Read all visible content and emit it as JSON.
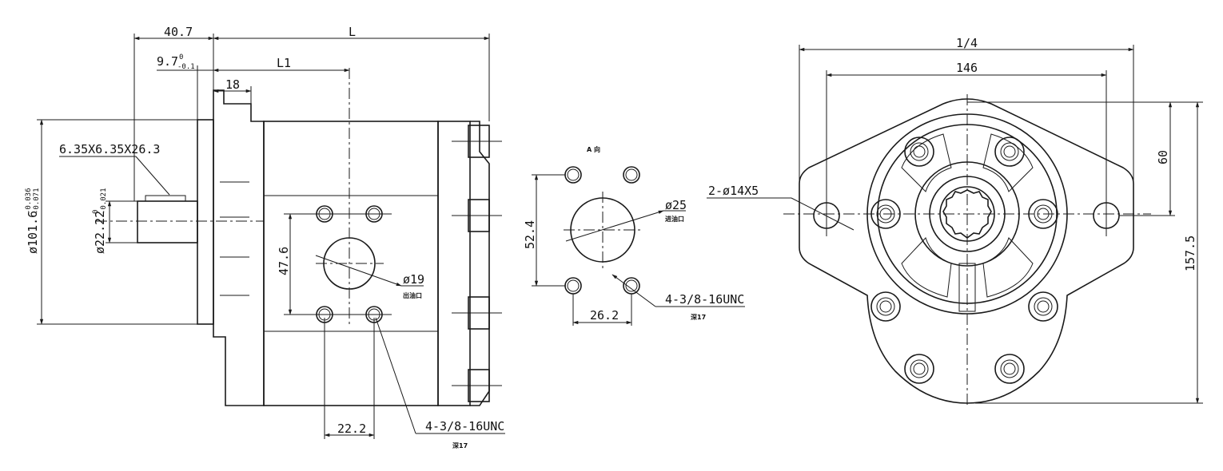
{
  "side_view": {
    "dim_40_7": "40.7",
    "dim_L": "L",
    "dim_9_7": "9.7",
    "dim_9_7_up": "0",
    "dim_9_7_low": "-0.1",
    "dim_L1": "L1",
    "dim_18": "18",
    "key_spec": "6.35X6.35X26.3",
    "dia_pilot": "ø101.6",
    "dia_pilot_up": "-0.036",
    "dia_pilot_low": "-0.071",
    "dia_shaft": "ø22.22",
    "dia_shaft_up": "0",
    "dia_shaft_low": "-0.021",
    "dim_47_6": "47.6",
    "port_dia": "ø19",
    "port_note": "出油口",
    "dim_22_2": "22.2",
    "thread_spec": "4-3/8-16UNC",
    "thread_note": "深17"
  },
  "port_view": {
    "title": "A 向",
    "port_dia": "ø25",
    "port_note": "进油口",
    "dim_52_4": "52.4",
    "dim_26_2": "26.2",
    "thread_spec": "4-3/8-16UNC",
    "thread_note": "深17"
  },
  "front_view": {
    "dim_174": "1/4",
    "dim_146": "146",
    "dim_60": "60",
    "dim_157_5": "157.5",
    "holes_spec": "2-ø14X5"
  }
}
